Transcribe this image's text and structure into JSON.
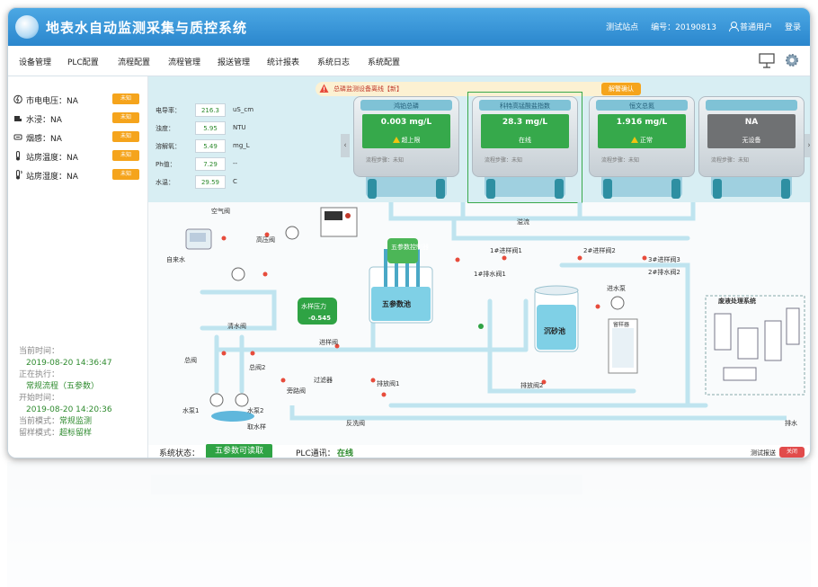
{
  "app": {
    "title": "地表水自动监测采集与质控系统",
    "station": "测试站点",
    "id_label": "编号：20190813",
    "user": "普通用户",
    "logout": "登录"
  },
  "menu": {
    "items": [
      "设备管理",
      "PLC配置",
      "流程配置",
      "流程管理",
      "报送管理",
      "统计报表",
      "系统日志",
      "系统配置"
    ]
  },
  "sensors": [
    {
      "label": "市电电压：NA",
      "badge": "未知",
      "icon": "voltage-icon"
    },
    {
      "label": "水浸：NA",
      "badge": "未知",
      "icon": "water-leak-icon"
    },
    {
      "label": "烟感：NA",
      "badge": "未知",
      "icon": "smoke-icon"
    },
    {
      "label": "站房温度：NA",
      "badge": "未知",
      "icon": "thermometer-icon"
    },
    {
      "label": "站房湿度：NA",
      "badge": "未知",
      "icon": "humidity-icon"
    }
  ],
  "info": {
    "current_time_label": "当前时间：",
    "current_time": "2019-08-20 14:36:47",
    "executing_label": "正在执行：",
    "executing": "常规流程（五参数）",
    "start_time_label": "开始时间：",
    "start_time": "2019-08-20 14:20:36",
    "mode_label": "当前模式：",
    "mode": "常规监测",
    "sample_mode_label": "留样模式：",
    "sample_mode": "超标留样"
  },
  "alarm": {
    "text": "总磷监测设备离线【新】",
    "button": "解警确认"
  },
  "params": [
    {
      "label": "电导率：",
      "value": "216.3",
      "unit": "uS_cm"
    },
    {
      "label": "浊度：",
      "value": "5.95",
      "unit": "NTU"
    },
    {
      "label": "溶解氧：",
      "value": "5.49",
      "unit": "mg_L"
    },
    {
      "label": "Ph值：",
      "value": "7.29",
      "unit": "--"
    },
    {
      "label": "水温：",
      "value": "29.59",
      "unit": "C"
    }
  ],
  "devices": [
    {
      "name": "鸿铂总磷",
      "value": "0.003 mg/L",
      "status": "超上限",
      "warn": true,
      "footer": "流程步骤：未知",
      "screen": "green"
    },
    {
      "name": "科特高锰酸盐指数",
      "value": "28.3 mg/L",
      "status": "在线",
      "warn": false,
      "footer": "流程步骤：未知",
      "screen": "green"
    },
    {
      "name": "恒文总氮",
      "value": "1.916 mg/L",
      "status": "正常",
      "warn": true,
      "footer": "流程步骤：未知",
      "screen": "green"
    },
    {
      "name": "",
      "value": "NA",
      "status": "无设备",
      "warn": false,
      "footer": "流程步骤：未知",
      "screen": "gray"
    }
  ],
  "diagram": {
    "labels": {
      "air_valve": "空气阀",
      "clean_water": "自来水",
      "high_pressure": "高压阀",
      "ctrl_box": "五参数控制器",
      "water_pressure": "水样压力",
      "pressure_value": "-0.545",
      "five_param_pool": "五参数池",
      "sand_pool": "沉砂池",
      "sample_valve": "进样阀",
      "filter": "过滤器",
      "bypass": "旁路阀",
      "backflush": "反洗阀",
      "drain_valve1": "排放阀1",
      "drain_valve2": "排放阀2",
      "clean_valve": "清水阀",
      "main_valve": "总阀",
      "main_valve2": "总阀2",
      "pump1": "水泵1",
      "pump2": "水泵2",
      "intake": "取水样",
      "drain": "排水",
      "waste_system": "废液处理系统",
      "inlet_valve_1": "1#进样阀1",
      "inlet_valve_2": "2#进样阀2",
      "inlet_valve_3": "3#进样阀3",
      "drain_valve_1": "1#排水阀1",
      "drain_valve_2": "2#排水阀2",
      "water_pump": "进水泵",
      "sampler": "留样器",
      "overflow": "溢流"
    }
  },
  "status": {
    "label": "系统状态：",
    "value": "五参数可读取",
    "plc_label": "PLC通讯：",
    "plc_value": "在线",
    "test_label": "测试报送",
    "test_toggle": "关闭"
  },
  "colors": {
    "titlebar": "#2a86cd",
    "green": "#2fa344",
    "orange": "#f5a41c",
    "pipe": "#bfe4ef",
    "pool": "#7fd0e6"
  }
}
